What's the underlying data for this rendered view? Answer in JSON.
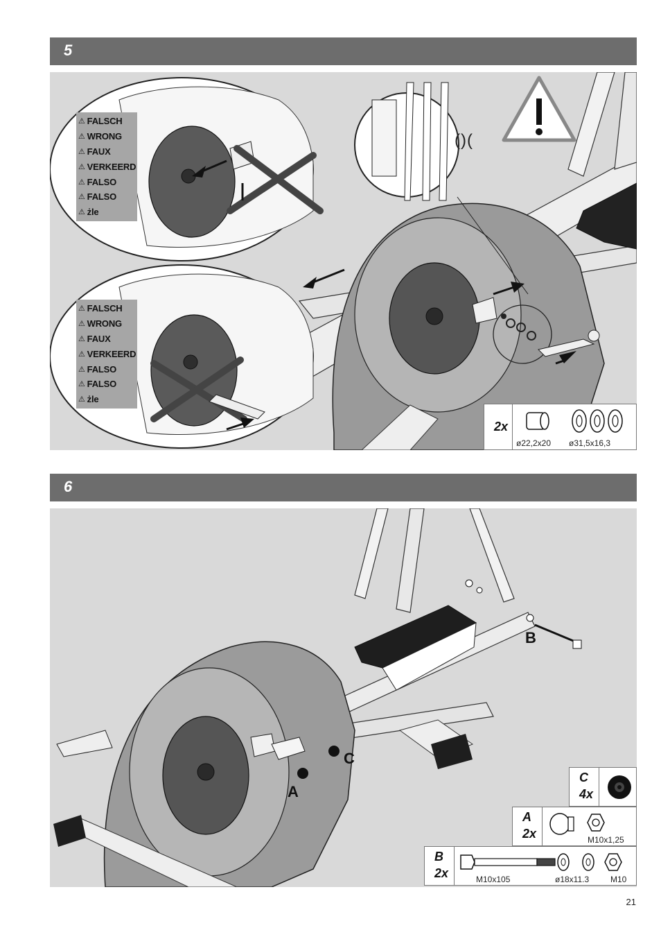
{
  "steps": {
    "step5": {
      "number": "5"
    },
    "step6": {
      "number": "6"
    }
  },
  "warnings": {
    "label_set_top": [
      "FALSCH",
      "WRONG",
      "FAUX",
      "VERKEERD",
      "FALSO",
      "FALSO",
      "żle"
    ],
    "label_set_bottom": [
      "FALSCH",
      "WRONG",
      "FAUX",
      "VERKEERD",
      "FALSO",
      "FALSO",
      "żle"
    ],
    "triangle_glyph": "⚠"
  },
  "detail_symbol": "()(",
  "parts5": {
    "qty": "2x",
    "spacer_dim": "ø22,2x20",
    "washer_dim": "ø31,5x16,3"
  },
  "parts6": {
    "c": {
      "label": "C",
      "qty": "4x"
    },
    "a": {
      "label": "A",
      "qty": "2x",
      "nut_dim": "M10x1,25"
    },
    "b": {
      "label": "B",
      "qty": "2x",
      "bolt_dim": "M10x105",
      "washer_dim": "ø18x11.3",
      "nut_dim": "M10"
    }
  },
  "callouts": {
    "a": "A",
    "b": "B",
    "c": "C"
  },
  "page_number": "21",
  "colors": {
    "step_bar": "#6d6d6d",
    "panel_bg": "#d9d9d9",
    "warn_bg": "#a6a6a6"
  }
}
